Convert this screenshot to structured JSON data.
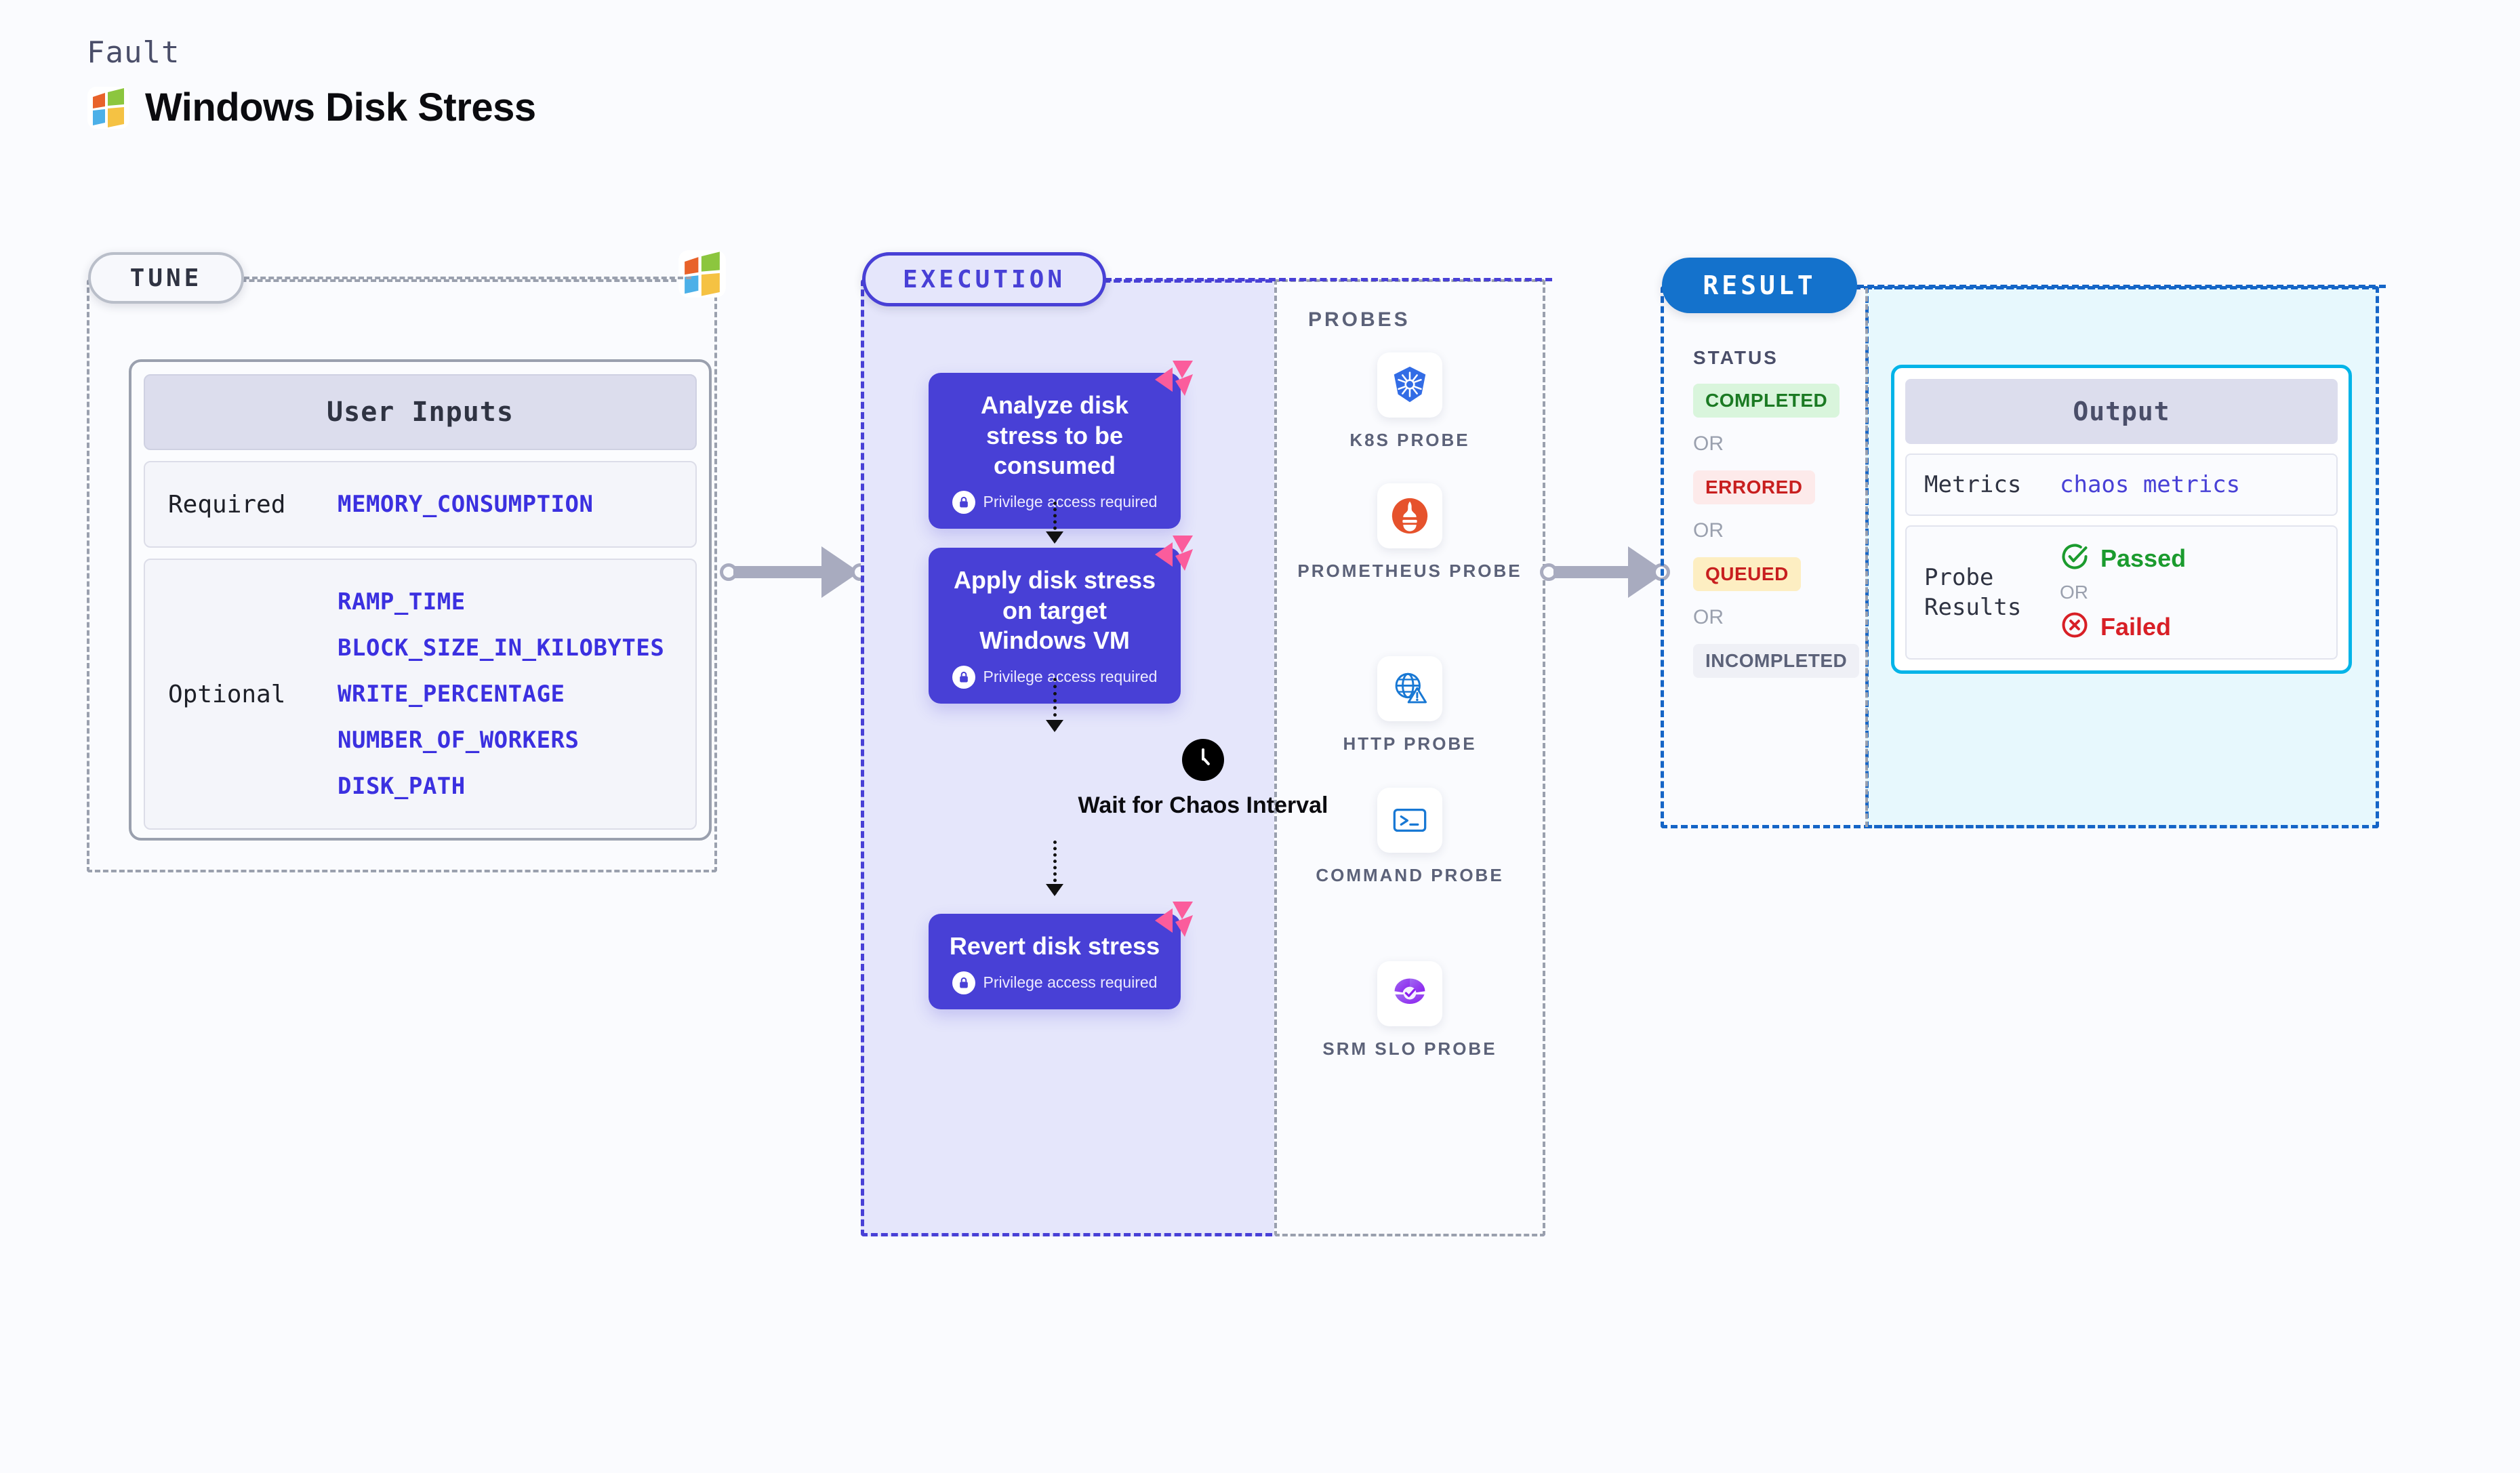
{
  "header": {
    "kicker": "Fault",
    "title": "Windows Disk Stress",
    "logo_icon": "windows-logo-icon"
  },
  "tune": {
    "tag": "TUNE",
    "badge_icon": "windows-logo-icon",
    "card_title": "User Inputs",
    "rows": [
      {
        "label": "Required",
        "values": [
          "MEMORY_CONSUMPTION"
        ]
      },
      {
        "label": "Optional",
        "values": [
          "RAMP_TIME",
          "BLOCK_SIZE_IN_KILOBYTES",
          "WRITE_PERCENTAGE",
          "NUMBER_OF_WORKERS",
          "DISK_PATH"
        ]
      }
    ]
  },
  "execution": {
    "tag": "EXECUTION",
    "steps": [
      {
        "title": "Analyze disk stress to be consumed",
        "privilege": "Privilege access required",
        "lock_icon": "lock-icon",
        "badge_icon": "harness-logo-icon"
      },
      {
        "title": "Apply disk stress on target Windows VM",
        "privilege": "Privilege access required",
        "lock_icon": "lock-icon",
        "badge_icon": "harness-logo-icon"
      },
      {
        "title": "Revert disk stress",
        "privilege": "Privilege access required",
        "lock_icon": "lock-icon",
        "badge_icon": "harness-logo-icon"
      }
    ],
    "wait": {
      "label": "Wait for Chaos Interval",
      "icon": "clock-icon"
    }
  },
  "probes": {
    "title": "PROBES",
    "items": [
      {
        "label": "K8S PROBE",
        "icon": "kubernetes-icon"
      },
      {
        "label": "PROMETHEUS PROBE",
        "icon": "prometheus-icon"
      },
      {
        "label": "HTTP PROBE",
        "icon": "globe-warning-icon"
      },
      {
        "label": "COMMAND PROBE",
        "icon": "terminal-icon"
      },
      {
        "label": "SRM SLO PROBE",
        "icon": "srm-slo-icon"
      }
    ]
  },
  "result": {
    "tag": "RESULT",
    "status_title": "STATUS",
    "or_label": "OR",
    "statuses": [
      {
        "label": "COMPLETED",
        "bg": "#d9f5dc",
        "fg": "#1b7a23"
      },
      {
        "label": "ERRORED",
        "bg": "#fdeaea",
        "fg": "#c81f1f"
      },
      {
        "label": "QUEUED",
        "bg": "#fdeec2",
        "fg": "#c81f1f"
      },
      {
        "label": "INCOMPLETED",
        "bg": "#eff0f6",
        "fg": "#5c6279"
      }
    ],
    "output": {
      "title": "Output",
      "metrics_label": "Metrics",
      "metrics_value": "chaos metrics",
      "probe_results_label": "Probe Results",
      "passed_label": "Passed",
      "passed_icon": "check-circle-icon",
      "failed_label": "Failed",
      "failed_icon": "x-circle-icon",
      "or_label": "OR"
    }
  },
  "colors": {
    "accent_indigo": "#4840d6",
    "accent_blue": "#1472cc",
    "accent_cyan": "#03b4e8",
    "param_blue": "#3b30e0",
    "harness_pink": "#fb5c9c",
    "passed_green": "#1b9b2e",
    "failed_red": "#d81f26"
  }
}
